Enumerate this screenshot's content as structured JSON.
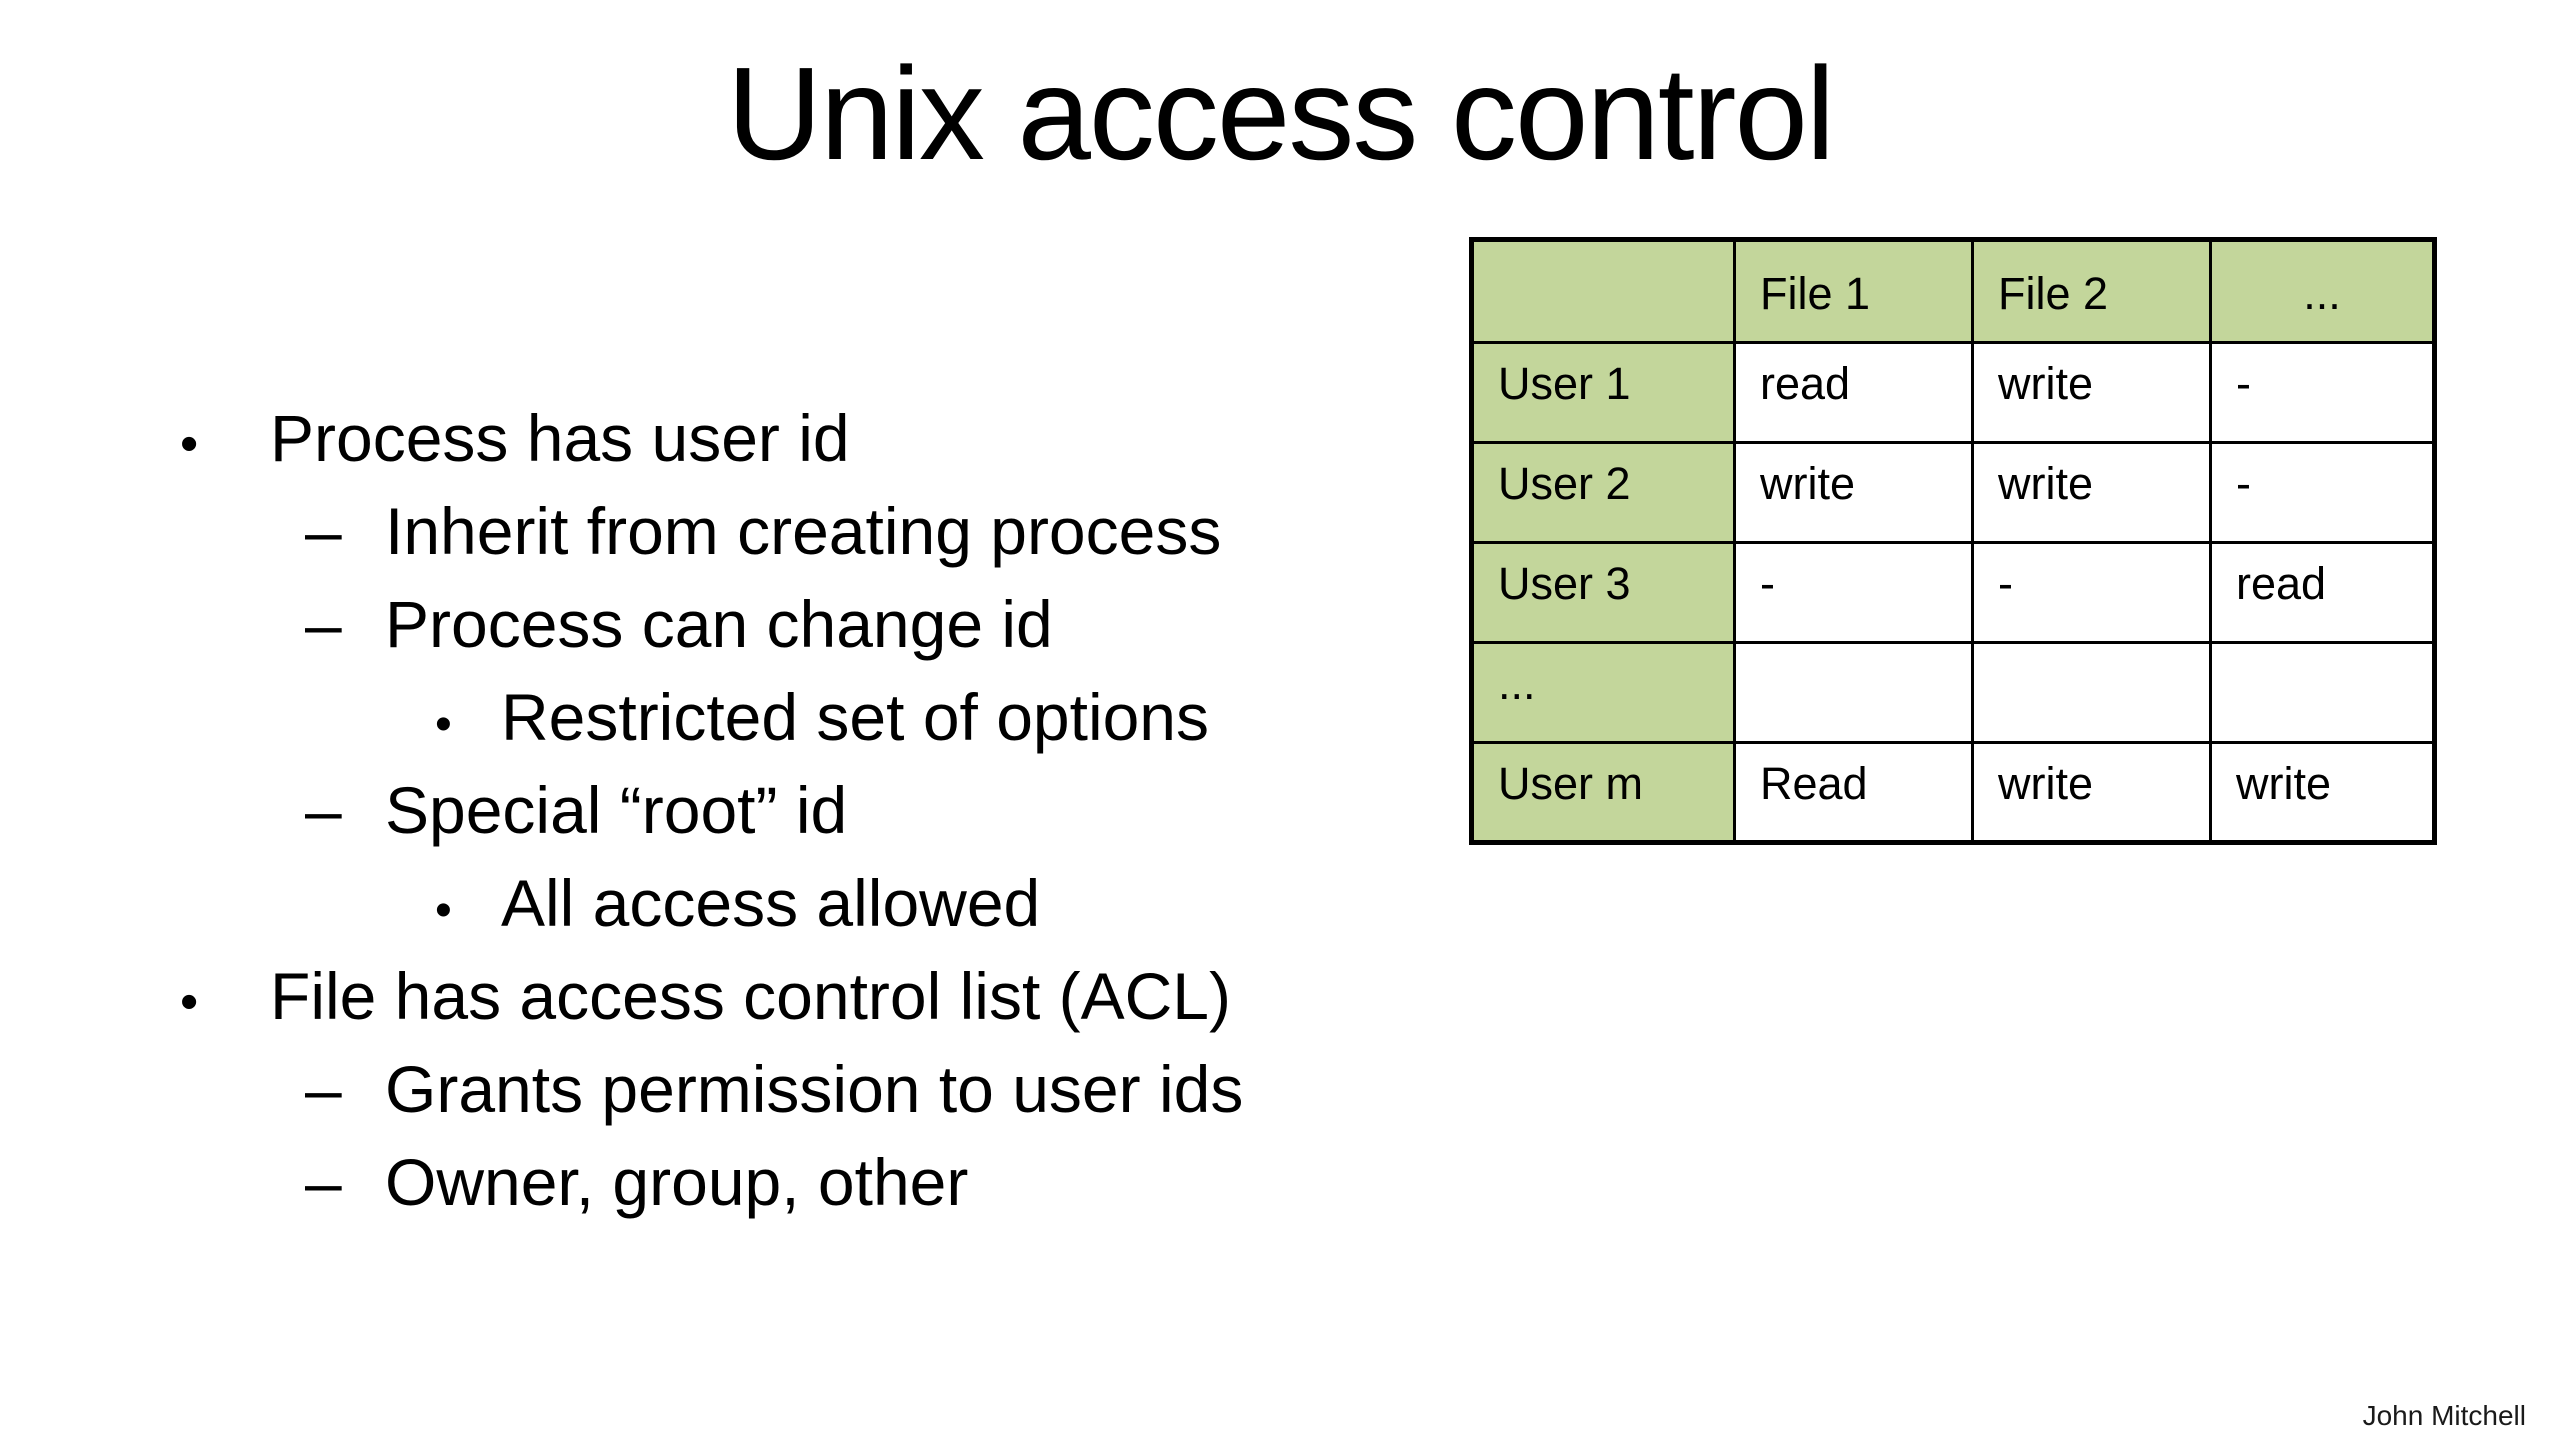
{
  "slide": {
    "title": "Unix access control",
    "footer": "John Mitchell",
    "colors": {
      "table_header_bg": "#c3d69b",
      "table_border": "#000000",
      "cell_bg": "#ffffff",
      "text": "#000000"
    },
    "bullets": [
      {
        "level": 1,
        "marker": "•",
        "text": "Process has user id"
      },
      {
        "level": 2,
        "marker": "–",
        "text": "Inherit from creating process"
      },
      {
        "level": 2,
        "marker": "–",
        "text": "Process can change id"
      },
      {
        "level": 3,
        "marker": "•",
        "text": "Restricted set of options"
      },
      {
        "level": 2,
        "marker": "–",
        "text": "Special “root” id"
      },
      {
        "level": 3,
        "marker": "•",
        "text": "All access allowed"
      },
      {
        "level": 1,
        "marker": "•",
        "text": "File has access control list (ACL)"
      },
      {
        "level": 2,
        "marker": "–",
        "text": "Grants permission to user ids"
      },
      {
        "level": 2,
        "marker": "–",
        "text": "Owner, group, other"
      }
    ],
    "table": {
      "header": [
        "",
        "File 1",
        "File 2",
        "..."
      ],
      "rows": [
        {
          "user": "User 1",
          "cells": [
            "read",
            "write",
            "-"
          ]
        },
        {
          "user": "User 2",
          "cells": [
            "write",
            "write",
            "-"
          ]
        },
        {
          "user": "User 3",
          "cells": [
            "-",
            "-",
            "read"
          ]
        },
        {
          "user": "...",
          "cells": [
            "",
            "",
            ""
          ]
        },
        {
          "user": "User m",
          "cells": [
            "Read",
            "write",
            "write"
          ]
        }
      ]
    }
  }
}
